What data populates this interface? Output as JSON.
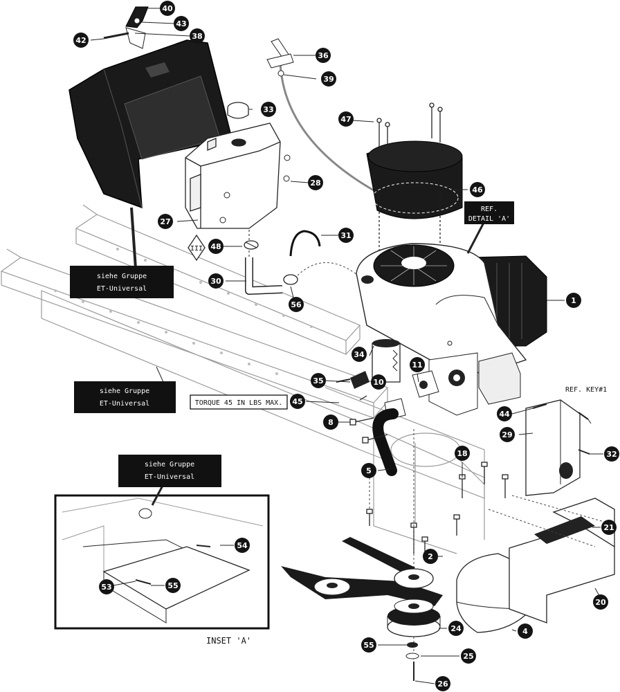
{
  "callouts": [
    "1",
    "2",
    "4",
    "5",
    "8",
    "10",
    "11",
    "18",
    "20",
    "21",
    "24",
    "25",
    "26",
    "27",
    "28",
    "29",
    "30",
    "31",
    "32",
    "33",
    "34",
    "35",
    "36",
    "38",
    "39",
    "40",
    "42",
    "43",
    "44",
    "45",
    "46",
    "47",
    "48",
    "53",
    "54",
    "55",
    "55",
    "56"
  ],
  "group_boxes": [
    {
      "line1": "siehe Gruppe",
      "line2": "ET-Universal"
    },
    {
      "line1": "siehe Gruppe",
      "line2": "ET-Universal"
    },
    {
      "line1": "siehe Gruppe",
      "line2": "ET-Universal"
    }
  ],
  "ref_detail": {
    "line1": "REF.",
    "line2": "DETAIL 'A'"
  },
  "ref_key": "REF. KEY#1",
  "torque_label": "TORQUE 45 IN LBS MAX.",
  "inset_label": "INSET 'A'",
  "hex_symbol": "III"
}
